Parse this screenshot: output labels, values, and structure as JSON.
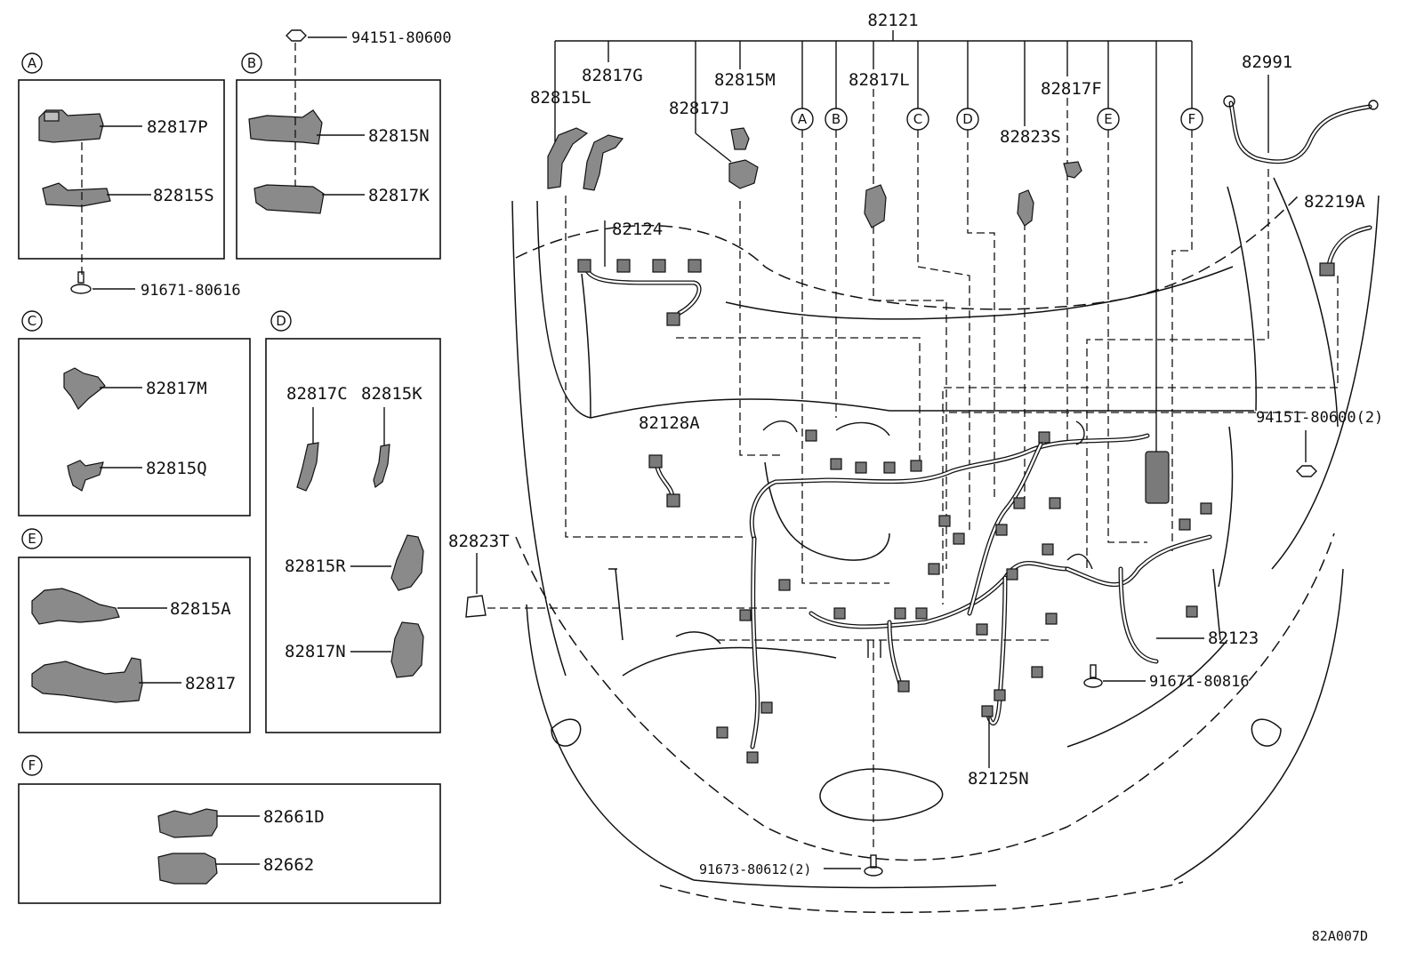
{
  "drawing_code": "82A007D",
  "panels": {
    "A": {
      "letter": "A",
      "parts": [
        "82817P",
        "82815S"
      ]
    },
    "B": {
      "letter": "B",
      "parts": [
        "82815N",
        "82817K"
      ]
    },
    "C": {
      "letter": "C",
      "parts": [
        "82817M",
        "82815Q"
      ]
    },
    "D": {
      "letter": "D",
      "parts": [
        "82817C",
        "82815K",
        "82815R",
        "82817N"
      ]
    },
    "E": {
      "letter": "E",
      "parts": [
        "82815A",
        "82817"
      ]
    },
    "F": {
      "letter": "F",
      "parts": [
        "82661D",
        "82662"
      ]
    }
  },
  "fasteners": {
    "top_clip": "94151-80600",
    "ab_bolt": "91671-80616",
    "right_clip": "94151-80600(2)",
    "right_bolt": "91671-80816",
    "bottom_bolt": "91673-80612(2)"
  },
  "main_labels": {
    "harness_main": "82121",
    "p82815L": "82815L",
    "p82817G": "82817G",
    "p82815M": "82815M",
    "p82817J": "82817J",
    "p82817L": "82817L",
    "p82817F": "82817F",
    "p82823S": "82823S",
    "p82991": "82991",
    "p82219A": "82219A",
    "p82124": "82124",
    "p82128A": "82128A",
    "p82823T": "82823T",
    "p82123": "82123",
    "p82125N": "82125N"
  },
  "callouts": [
    "A",
    "B",
    "C",
    "D",
    "E",
    "F"
  ]
}
